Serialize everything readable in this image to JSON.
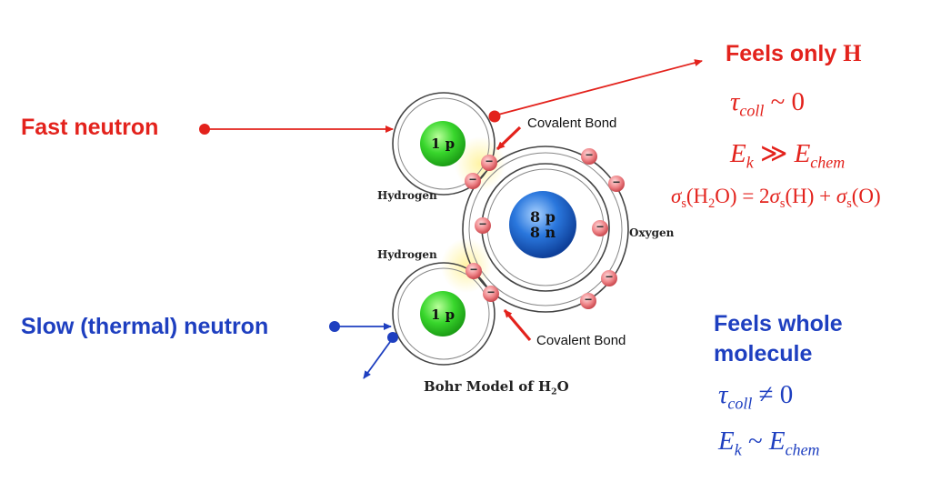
{
  "left": {
    "fast_label": "Fast neutron",
    "slow_label": "Slow (thermal) neutron"
  },
  "diagram": {
    "bond_top": "Covalent Bond",
    "bond_bottom": "Covalent Bond",
    "hydrogen_top": "Hydrogen",
    "hydrogen_bottom": "Hydrogen",
    "oxygen": "Oxygen",
    "h_nucleus_top": "1 p",
    "h_nucleus_bottom": "1 p",
    "o_nucleus_line1": "8 p",
    "o_nucleus_line2": "8 n",
    "electron_sign": "−",
    "caption_prefix": "Bohr Model of H",
    "caption_sub": "2",
    "caption_suffix": "O"
  },
  "right_top": {
    "title_prefix": "Feels only ",
    "title_h": "H",
    "tau": "τ",
    "tau_sub": "coll",
    "tau_rel": " ~ 0",
    "ek": "E",
    "ek_sub": "k",
    "ek_rel": " ≫ ",
    "echem": "E",
    "echem_sub": "chem",
    "sigma_eq": "σ",
    "sigma_eq_text": [
      "σ",
      "s",
      "(H",
      "2",
      "O) = 2",
      "σ",
      "s",
      "(H) + ",
      "σ",
      "s",
      "(O)"
    ]
  },
  "right_bottom": {
    "title_line1": "Feels whole",
    "title_line2": "molecule",
    "tau": "τ",
    "tau_sub": "coll",
    "tau_rel": " ≠ 0",
    "ek": "E",
    "ek_sub": "k",
    "ek_rel": " ~ ",
    "echem": "E",
    "echem_sub": "chem"
  },
  "colors": {
    "red": "#e3221c",
    "blue": "#1e3fc0",
    "h_nucleus": "#35d42e",
    "o_nucleus": "#1a5fc8",
    "electron": "#e8767a"
  },
  "icons": [
    "red-dot-icon",
    "blue-dot-icon",
    "arrow-icon"
  ]
}
